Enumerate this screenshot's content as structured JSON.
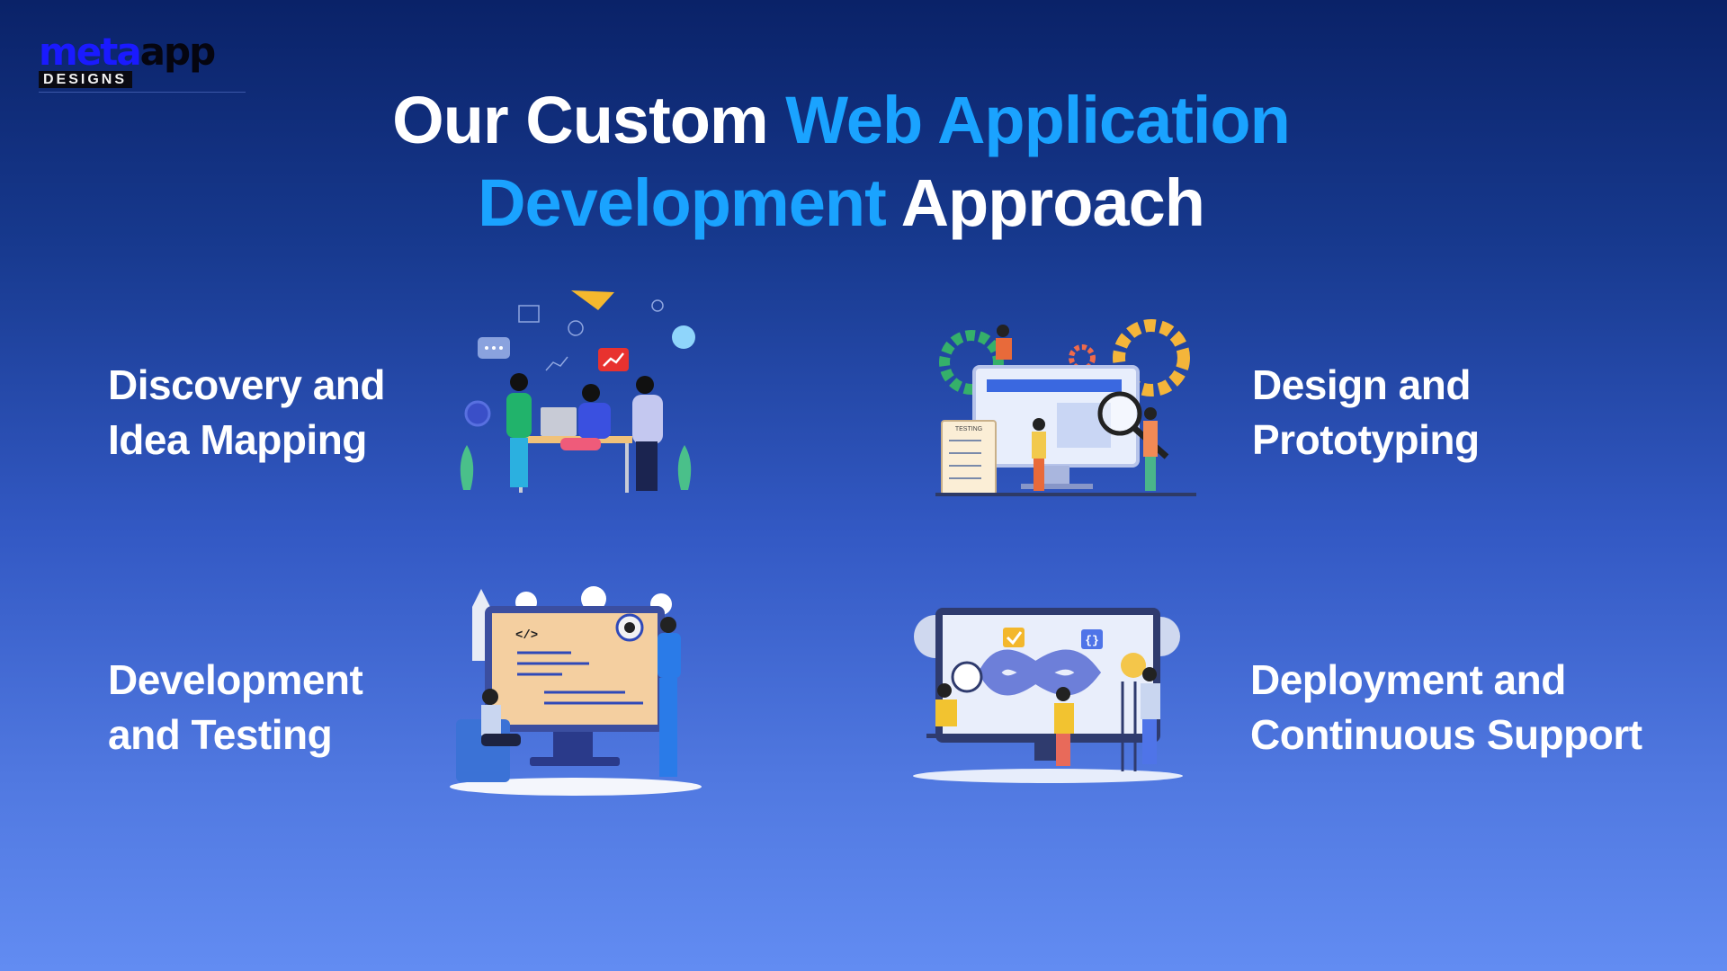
{
  "logo": {
    "brand_part1": "meta",
    "brand_part2": "app",
    "tagline": "DESIGNS"
  },
  "title": {
    "line1_white": "Our Custom",
    "line1_accent": "Web Application",
    "line2_accent": "Development",
    "line2_white": "Approach"
  },
  "steps": [
    {
      "line1": "Discovery and",
      "line2": "Idea Mapping"
    },
    {
      "line1": "Design and",
      "line2": "Prototyping"
    },
    {
      "line1": "Development",
      "line2": "and Testing"
    },
    {
      "line1": "Deployment and",
      "line2": "Continuous Support"
    }
  ],
  "illustrations": {
    "testing_board_label": "TESTING",
    "code_tag": "</>",
    "braces": "{}"
  },
  "colors": {
    "accent": "#1aa3ff",
    "bg_top": "#0a2268",
    "bg_bottom": "#628cf2"
  }
}
